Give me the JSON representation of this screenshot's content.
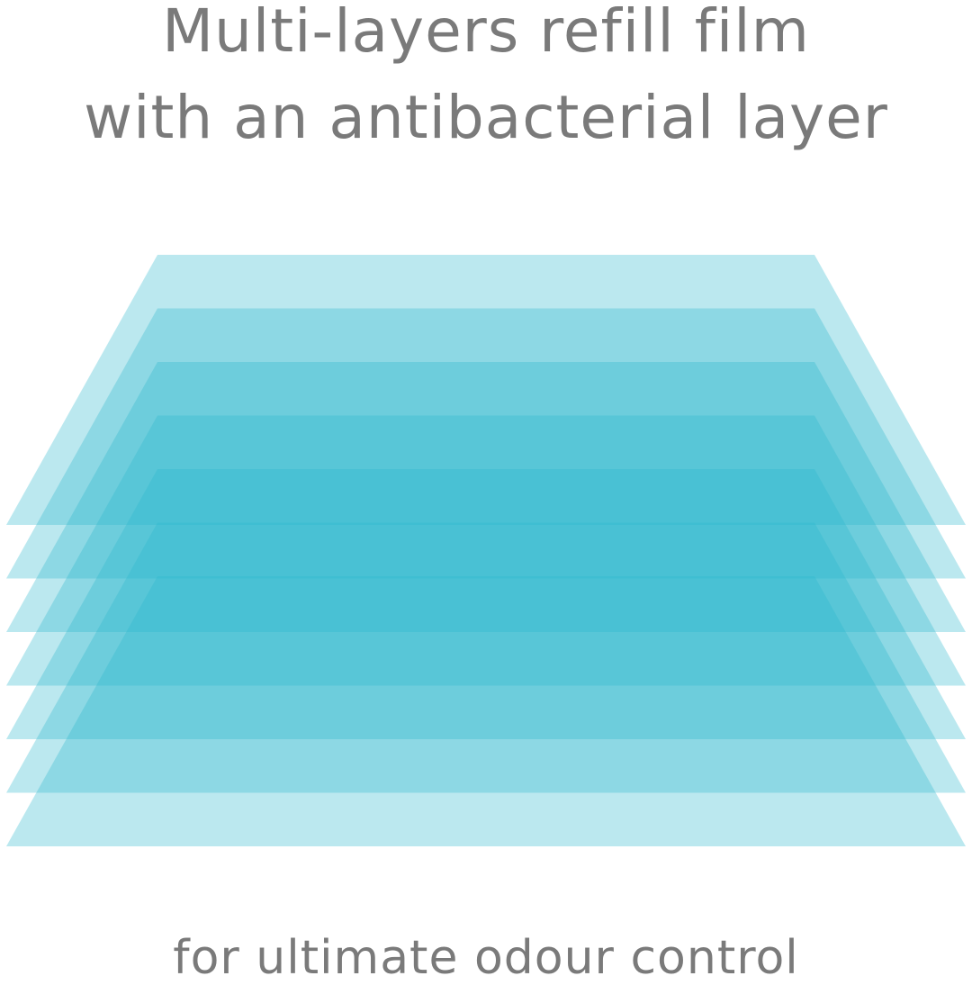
{
  "headline": {
    "line1": "Multi-layers refill film",
    "line2": "with an antibacterial layer"
  },
  "illustration": {
    "layer_count": 7,
    "layer_color": "#2bb6cd",
    "layer_opacity": 0.32
  },
  "tagline": "for ultimate odour control",
  "colors": {
    "text": "#7a7a7a",
    "background": "#ffffff"
  }
}
